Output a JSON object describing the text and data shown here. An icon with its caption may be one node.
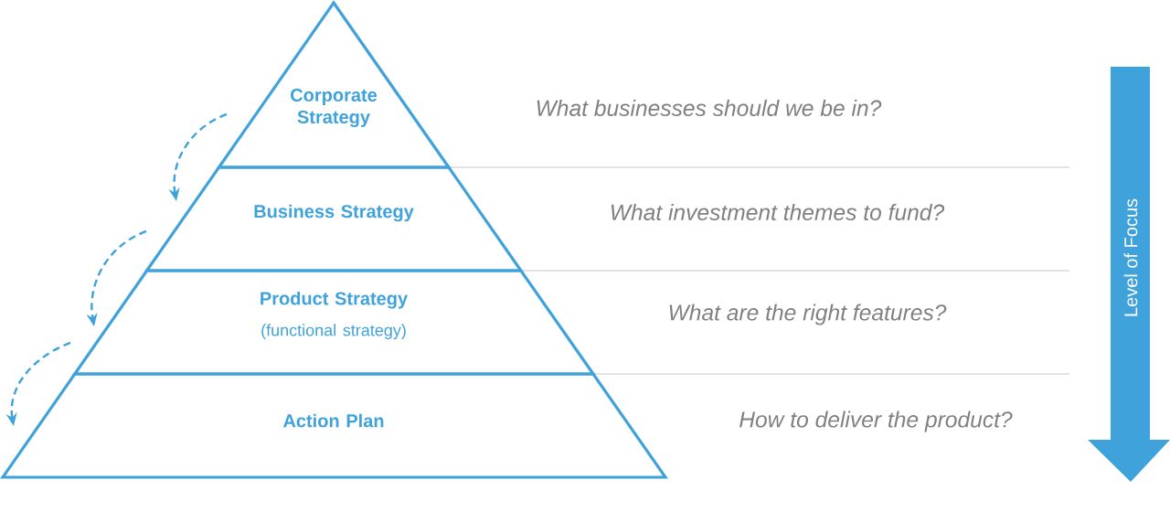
{
  "diagram": {
    "nodes": [
      {
        "text": [
          "Corporate Strategy"
        ]
      },
      {
        "text": [
          "Business Strategy"
        ]
      },
      {
        "text": [
          "Product Strategy",
          "(functional strategy)"
        ]
      },
      {
        "text": [
          "Action Plan"
        ]
      },
      {
        "text": [
          "Level of Focus"
        ]
      }
    ],
    "edges": [
      {
        "from": 0,
        "to": 1,
        "arrow": "to",
        "style": "dashed"
      },
      {
        "from": 1,
        "to": 2,
        "arrow": "to",
        "style": "dashed"
      },
      {
        "from": 2,
        "to": 3,
        "arrow": "to",
        "style": "dashed"
      }
    ],
    "labels": [
      "What businesses should we be in?",
      "What investment themes to fund?",
      "What are the right features?",
      "How to deliver the product?"
    ]
  }
}
